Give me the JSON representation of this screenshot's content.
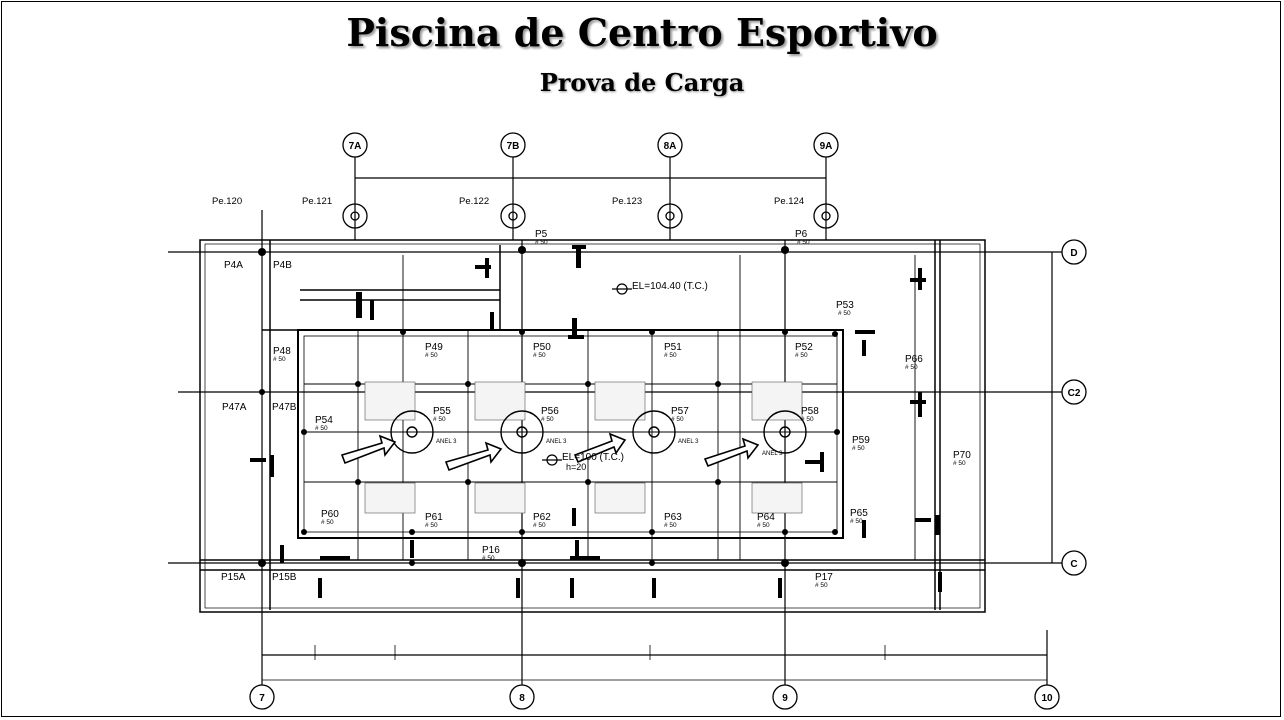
{
  "title": "Piscina de Centro Esportivo",
  "subtitle": "Prova de Carga",
  "grid_top": [
    "7A",
    "7B",
    "8A",
    "9A"
  ],
  "grid_bottom": [
    "7",
    "8",
    "9",
    "10"
  ],
  "grid_right": [
    "D",
    "C2",
    "C"
  ],
  "piles_top": [
    "Pe.120",
    "Pe.121",
    "Pe.122",
    "Pe.123",
    "Pe.124"
  ],
  "pillars_main": [
    {
      "id": "P5",
      "sub": "# 50"
    },
    {
      "id": "P6",
      "sub": "# 50"
    },
    {
      "id": "P49",
      "sub": "# 50"
    },
    {
      "id": "P50",
      "sub": "# 50"
    },
    {
      "id": "P51",
      "sub": "# 50"
    },
    {
      "id": "P52",
      "sub": "# 50"
    },
    {
      "id": "P53",
      "sub": "# 50"
    },
    {
      "id": "P54",
      "sub": "# 50"
    },
    {
      "id": "P55",
      "sub": "# 50"
    },
    {
      "id": "P56",
      "sub": "# 50"
    },
    {
      "id": "P57",
      "sub": "# 50"
    },
    {
      "id": "P58",
      "sub": "# 50"
    },
    {
      "id": "P59",
      "sub": "# 50"
    },
    {
      "id": "P60",
      "sub": "# 50"
    },
    {
      "id": "P61",
      "sub": "# 50"
    },
    {
      "id": "P62",
      "sub": "# 50"
    },
    {
      "id": "P63",
      "sub": "# 50"
    },
    {
      "id": "P64",
      "sub": "# 50"
    },
    {
      "id": "P65",
      "sub": "# 50"
    },
    {
      "id": "P66",
      "sub": "# 50"
    },
    {
      "id": "P70",
      "sub": "# 50"
    },
    {
      "id": "P16",
      "sub": "# 50"
    },
    {
      "id": "P17",
      "sub": "# 50"
    },
    {
      "id": "P48",
      "sub": "# 50"
    }
  ],
  "pillars_left": [
    "P4A",
    "P4B",
    "P47A",
    "P47B",
    "P15A",
    "P15B"
  ],
  "elevation_top": "EL=104.40 (T.C.)",
  "elevation_mid": "EL=100 (T.C.)",
  "anel_label": "ANEL 3",
  "note_label": "h=20"
}
